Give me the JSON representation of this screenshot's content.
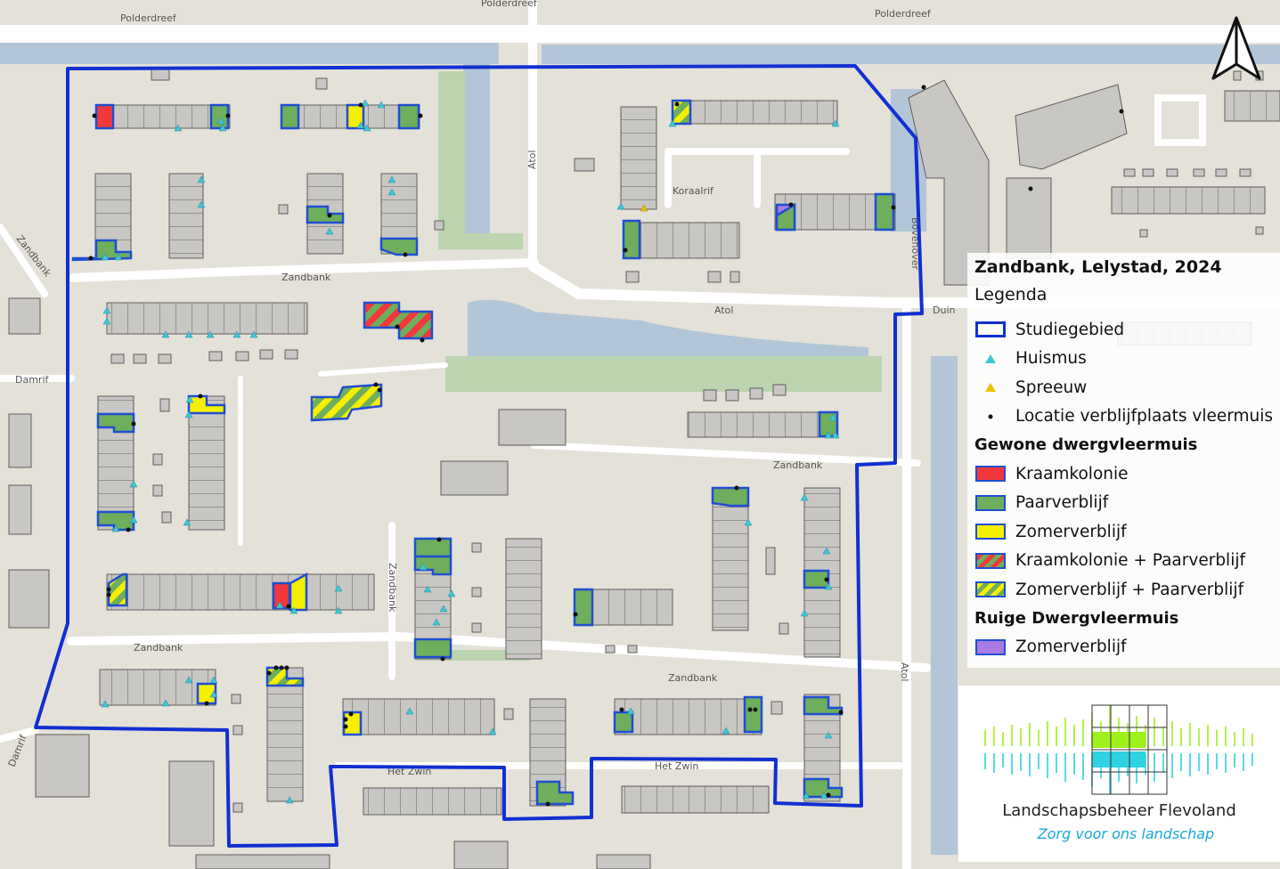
{
  "map": {
    "roads": {
      "polderdreef_left": "Polderdreef",
      "polderdreef_right": "Polderdreef",
      "polderdreef_top_cut": "Polderdreef",
      "zandbank_diag": "Zandbank",
      "zandbank_1": "Zandbank",
      "zandbank_2": "Zandbank",
      "zandbank_3": "Zandbank",
      "zandbank_4": "Zandbank",
      "zandbank_vert": "Zandbank",
      "damrif": "Damrif",
      "damrif_sw": "Damrif",
      "atol_vert": "Atol",
      "atol_horiz": "Atol",
      "atol_right": "Atol",
      "koraalrif": "Koraalrif",
      "bovenover": "Bovenover",
      "duin": "Duin",
      "het_zwin_1": "Het Zwin",
      "het_zwin_2": "Het Zwin"
    }
  },
  "legend": {
    "title": "Zandbank, Lelystad, 2024",
    "subtitle": "Legenda",
    "items": [
      {
        "label": "Studiegebied"
      },
      {
        "label": "Huismus"
      },
      {
        "label": "Spreeuw"
      },
      {
        "label": "Locatie verblijfplaats vleermuis"
      }
    ],
    "section_gewone": "Gewone dwergvleermuis",
    "gewone": [
      {
        "label": "Kraamkolonie"
      },
      {
        "label": "Paarverblijf"
      },
      {
        "label": "Zomerverblijf"
      },
      {
        "label": "Kraamkolonie + Paarverblijf"
      },
      {
        "label": "Zomerverblijf + Paarverblijf"
      }
    ],
    "section_ruige": "Ruige Dwergvleermuis",
    "ruige": [
      {
        "label": "Zomerverblijf"
      }
    ]
  },
  "logo": {
    "brand": "Landschapsbeheer Flevoland",
    "slogan": "Zorg voor ons landschap"
  },
  "colors": {
    "boundary": "#1030d0",
    "huismus": "#3ec6d6",
    "spreeuw": "#f0c000",
    "kraamkolonie": "#f2383c",
    "paarverblijf": "#6fae5c",
    "zomerverblijf": "#f5ef00",
    "ruige_zomer": "#a97be3",
    "water": "#b3c6d8",
    "building": "#c9c7c3",
    "grass": "#bcd4b0"
  }
}
